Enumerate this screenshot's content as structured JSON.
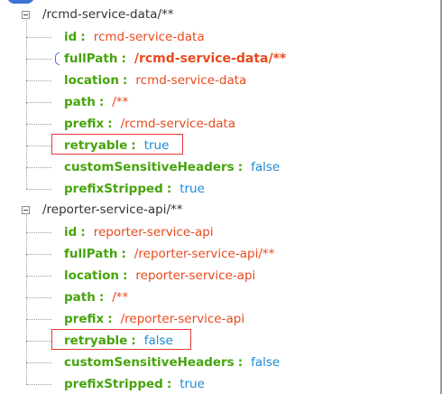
{
  "nodes": [
    {
      "title": "/rcmd-service-data/**",
      "props": [
        {
          "key": "id",
          "value": "rcmd-service-data",
          "type": "str",
          "bold": false
        },
        {
          "key": "fullPath",
          "value": "/rcmd-service-data/**",
          "type": "str",
          "bold": true
        },
        {
          "key": "location",
          "value": "rcmd-service-data",
          "type": "str",
          "bold": false
        },
        {
          "key": "path",
          "value": "/**",
          "type": "str",
          "bold": false
        },
        {
          "key": "prefix",
          "value": "/rcmd-service-data",
          "type": "str",
          "bold": false
        },
        {
          "key": "retryable",
          "value": "true",
          "type": "bool",
          "bold": false
        },
        {
          "key": "customSensitiveHeaders",
          "value": "false",
          "type": "bool",
          "bold": false
        },
        {
          "key": "prefixStripped",
          "value": "true",
          "type": "bool",
          "bold": false
        }
      ]
    },
    {
      "title": "/reporter-service-api/**",
      "props": [
        {
          "key": "id",
          "value": "reporter-service-api",
          "type": "str",
          "bold": false
        },
        {
          "key": "fullPath",
          "value": "/reporter-service-api/**",
          "type": "str",
          "bold": false
        },
        {
          "key": "location",
          "value": "reporter-service-api",
          "type": "str",
          "bold": false
        },
        {
          "key": "path",
          "value": "/**",
          "type": "str",
          "bold": false
        },
        {
          "key": "prefix",
          "value": "/reporter-service-api",
          "type": "str",
          "bold": false
        },
        {
          "key": "retryable",
          "value": "false",
          "type": "bool",
          "bold": false
        },
        {
          "key": "customSensitiveHeaders",
          "value": "false",
          "type": "bool",
          "bold": false
        },
        {
          "key": "prefixStripped",
          "value": "true",
          "type": "bool",
          "bold": false
        }
      ]
    }
  ],
  "colors": {
    "key": "#46a40c",
    "string_value": "#e84a1d",
    "boolean_value": "#1a8ad6",
    "highlight": "#e53935"
  },
  "icons": {
    "toggle": "collapse-minus-icon"
  }
}
